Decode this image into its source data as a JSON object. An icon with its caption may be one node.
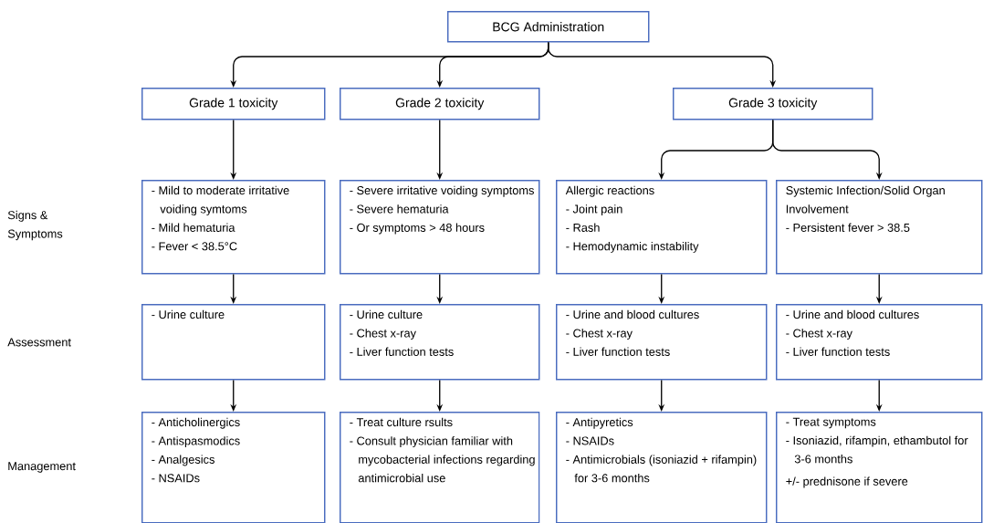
{
  "diagram": {
    "nodes": [
      {
        "text": [
          "BCG Administration"
        ]
      },
      {
        "text": [
          "Grade 1 toxicity"
        ]
      },
      {
        "text": [
          "Grade 2 toxicity"
        ]
      },
      {
        "text": [
          "Grade 3 toxicity"
        ]
      },
      {
        "text": [
          "- Mild to moderate irritative voiding symtoms",
          "- Mild hematuria",
          "- Fever < 38.5°C"
        ]
      },
      {
        "text": [
          "- Severe irritative voiding symptoms",
          "- Severe hematuria",
          "- Or symptoms > 48 hours"
        ]
      },
      {
        "text": [
          "Allergic reactions",
          "- Joint pain",
          "- Rash",
          "- Hemodynamic instability"
        ]
      },
      {
        "text": [
          "Systemic Infection/Solid Organ Involvement",
          "- Persistent fever > 38.5"
        ]
      },
      {
        "text": [
          "- Urine culture"
        ]
      },
      {
        "text": [
          "- Urine culture",
          "- Chest x-ray",
          "- Liver function tests"
        ]
      },
      {
        "text": [
          "- Urine and blood cultures",
          "- Chest x-ray",
          "- Liver function tests"
        ]
      },
      {
        "text": [
          "- Urine and blood cultures",
          "- Chest x-ray",
          "- Liver function tests"
        ]
      },
      {
        "text": [
          "- Anticholinergics",
          "- Antispasmodics",
          "- Analgesics",
          "- NSAIDs"
        ]
      },
      {
        "text": [
          "- Treat culture rsults",
          "- Consult physician familiar with mycobacterial infections regarding antimicrobial use"
        ]
      },
      {
        "text": [
          "- Antipyretics",
          "- NSAIDs",
          "- Antimicrobials (isoniazid + rifampin) for 3-6 months"
        ]
      },
      {
        "text": [
          "- Treat symptoms",
          "- Isoniazid, rifampin, ethambutol for 3-6 months",
          "+/- prednisone if severe"
        ]
      }
    ],
    "edges": [
      {
        "from": 0,
        "to": 1,
        "arrow": "to"
      },
      {
        "from": 0,
        "to": 2,
        "arrow": "to"
      },
      {
        "from": 0,
        "to": 3,
        "arrow": "to"
      },
      {
        "from": 1,
        "to": 4,
        "arrow": "to"
      },
      {
        "from": 2,
        "to": 5,
        "arrow": "to"
      },
      {
        "from": 3,
        "to": 6,
        "arrow": "to"
      },
      {
        "from": 3,
        "to": 7,
        "arrow": "to"
      },
      {
        "from": 4,
        "to": 8,
        "arrow": "to"
      },
      {
        "from": 5,
        "to": 9,
        "arrow": "to"
      },
      {
        "from": 6,
        "to": 10,
        "arrow": "to"
      },
      {
        "from": 7,
        "to": 11,
        "arrow": "to"
      },
      {
        "from": 8,
        "to": 12,
        "arrow": "to"
      },
      {
        "from": 9,
        "to": 13,
        "arrow": "to"
      },
      {
        "from": 10,
        "to": 14,
        "arrow": "to"
      },
      {
        "from": 11,
        "to": 15,
        "arrow": "to"
      }
    ],
    "labels": [
      "Signs & Symptoms",
      "Assessment",
      "Management"
    ]
  }
}
